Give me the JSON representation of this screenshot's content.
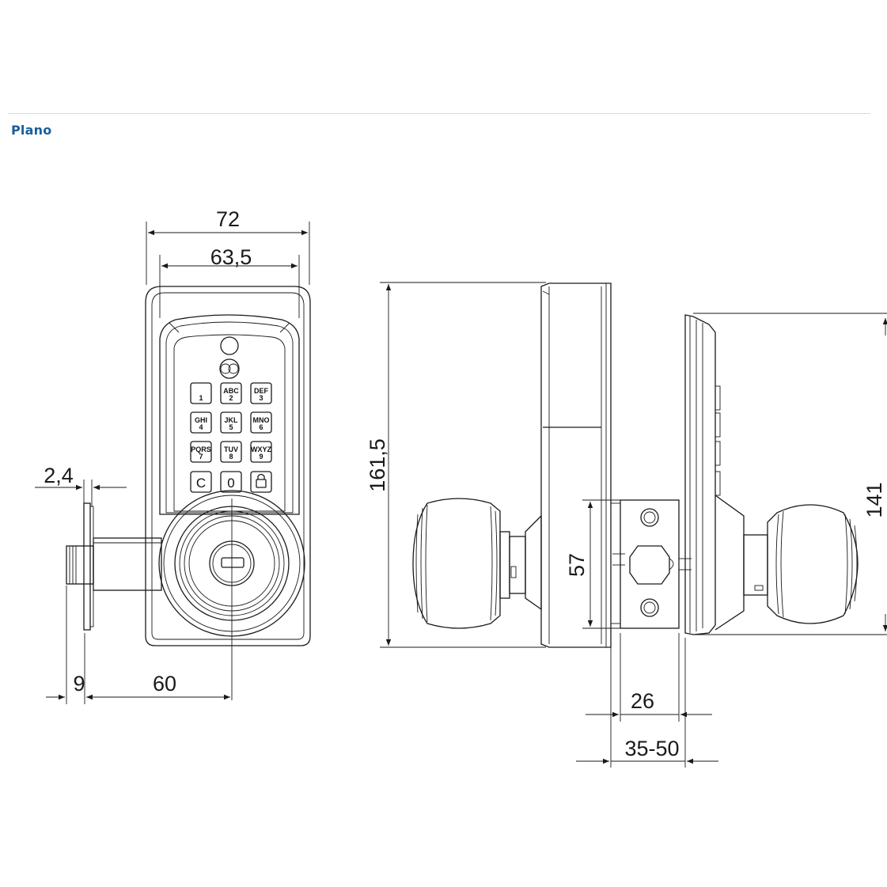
{
  "section_title": "Plano",
  "colors": {
    "title": "#1a5e9a",
    "line": "#1a1a1a",
    "divider": "#d9d9d9"
  },
  "dimensions": {
    "width_outer": "72",
    "width_inner": "63,5",
    "plate_thickness": "2,4",
    "backset_left": "9",
    "backset_center": "60",
    "height_total": "161,5",
    "latch_spacing": "57",
    "height_right": "141",
    "latch_face": "26",
    "door_thickness": "35-50"
  },
  "keypad": {
    "keys": [
      {
        "letters": "",
        "digit": "1"
      },
      {
        "letters": "ABC",
        "digit": "2"
      },
      {
        "letters": "DEF",
        "digit": "3"
      },
      {
        "letters": "GHI",
        "digit": "4"
      },
      {
        "letters": "JKL",
        "digit": "5"
      },
      {
        "letters": "MNO",
        "digit": "6"
      },
      {
        "letters": "PQRS",
        "digit": "7"
      },
      {
        "letters": "TUV",
        "digit": "8"
      },
      {
        "letters": "WXYZ",
        "digit": "9"
      }
    ],
    "bottom_keys": [
      "C",
      "0"
    ],
    "lock_key_icon": "padlock-icon"
  }
}
